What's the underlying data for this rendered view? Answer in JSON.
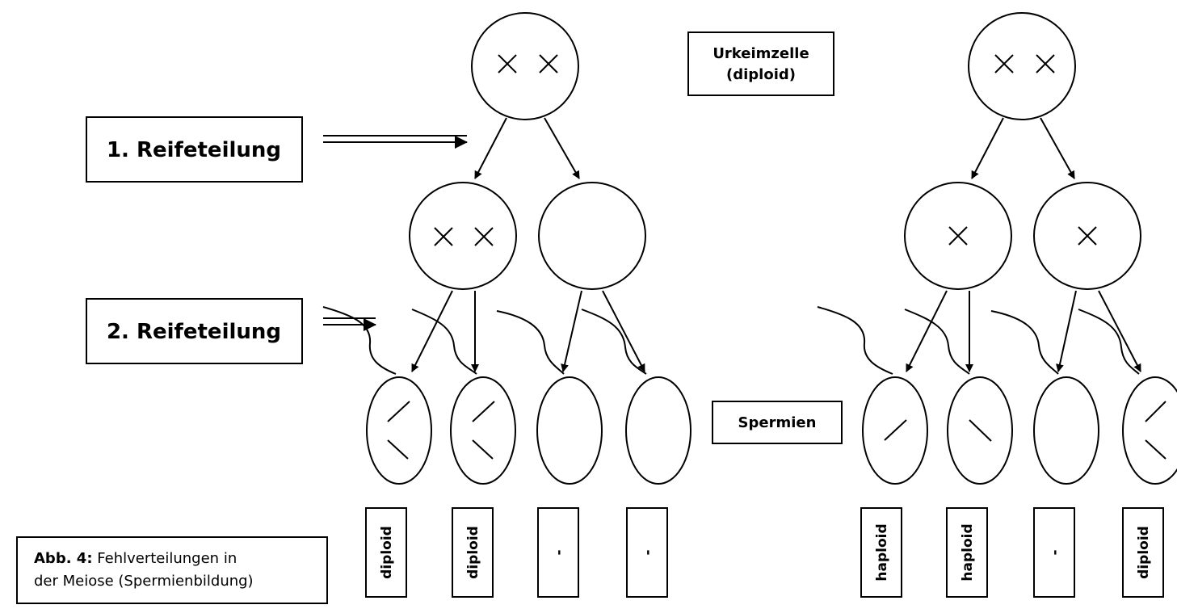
{
  "labels": {
    "first_division": "1. Reifeteilung",
    "second_division": "2. Reifeteilung",
    "germ_cell_line1": "Urkeimzelle",
    "germ_cell_line2": "(diploid)",
    "sperm": "Spermien"
  },
  "left_boxes": [
    "diploid",
    "diploid",
    "-",
    "-"
  ],
  "right_boxes": [
    "haploid",
    "haploid",
    "-",
    "diploid"
  ],
  "caption": {
    "prefix": "Abb. 4:",
    "line1_rest": " Fehlverteilungen in",
    "line2": "der Meiose (Spermienbildung)"
  }
}
